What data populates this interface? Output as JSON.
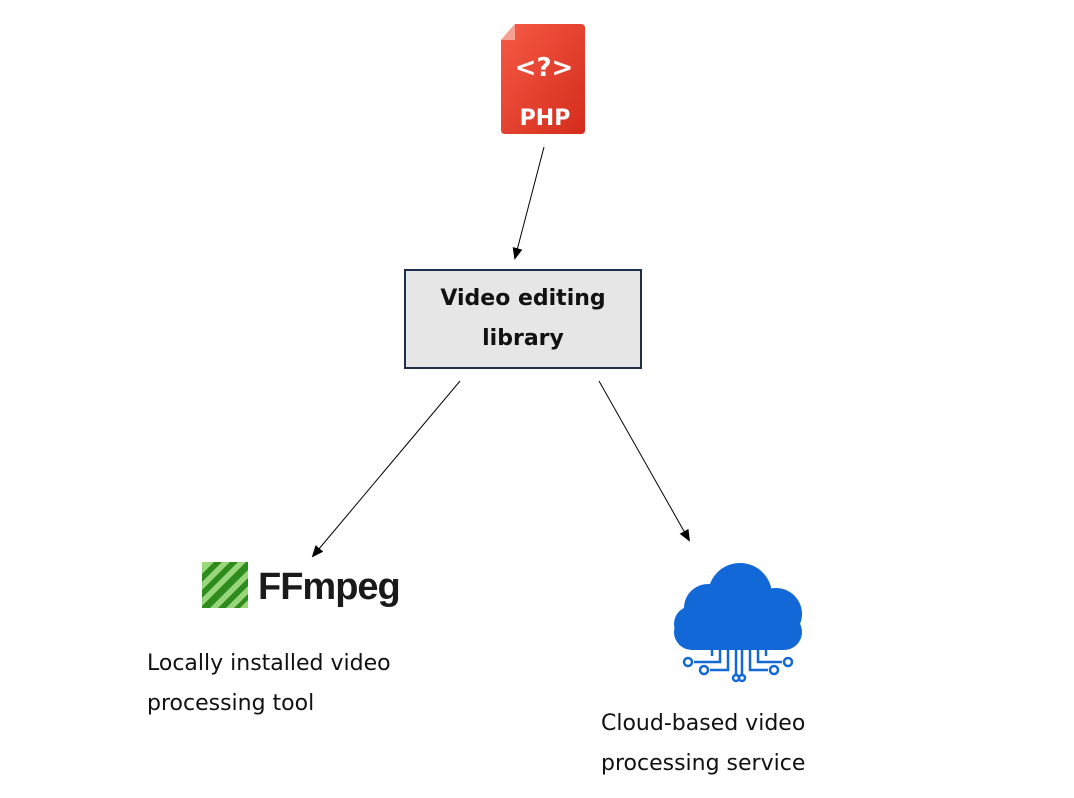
{
  "php_icon": {
    "tag_text": "<?>",
    "badge_text": "PHP",
    "color": "#e8392b"
  },
  "library_box": {
    "label_line1": "Video editing",
    "label_line2": "library"
  },
  "ffmpeg": {
    "logo_text": "FFmpeg",
    "logo_color": "#2e8b1e",
    "caption_line1": "Locally installed video",
    "caption_line2": "processing tool"
  },
  "cloud": {
    "color": "#1168d6",
    "caption_line1": "Cloud-based video",
    "caption_line2": "processing service"
  },
  "arrows": [
    "php-to-library",
    "library-to-ffmpeg",
    "library-to-cloud"
  ]
}
